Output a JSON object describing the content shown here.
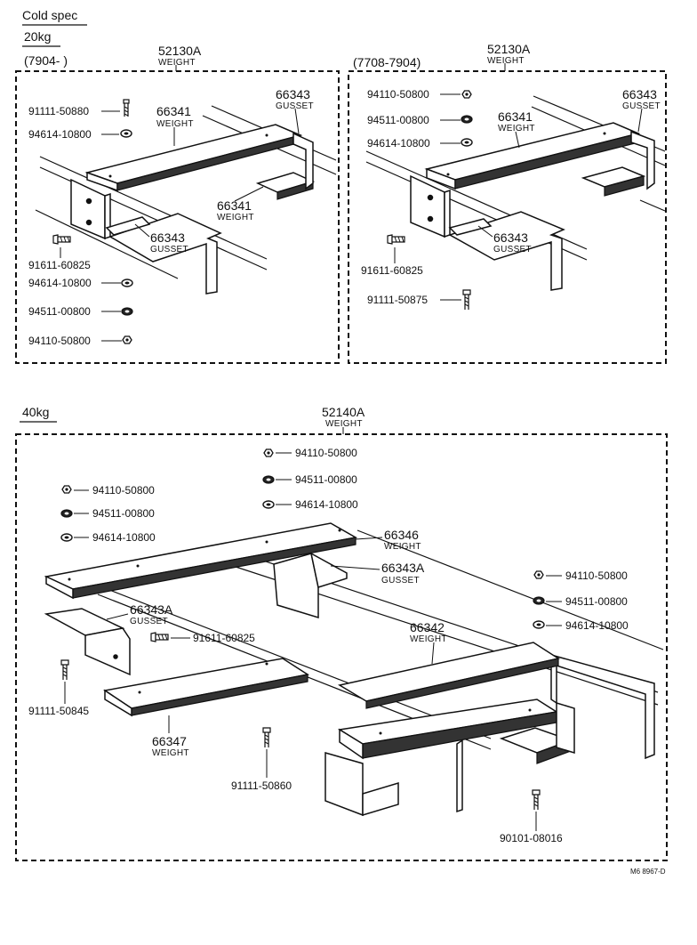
{
  "header": {
    "cold_spec": "Cold spec",
    "kg20": "20kg",
    "range_left": "(7904-        )",
    "range_right": "(7708-7904)",
    "kg40": "40kg"
  },
  "left_20kg": {
    "assembly_no": "52130A",
    "assembly_name": "WEIGHT",
    "parts": {
      "bolt_top": "91111-50880",
      "washer_top": "94614-10800",
      "bolt_lower": "91611-60825",
      "washer_1": "94614-10800",
      "washer_2": "94511-00800",
      "nut": "94110-50800"
    },
    "callouts": {
      "weight_top_no": "66341",
      "weight_top_name": "WEIGHT",
      "gusset_top_no": "66343",
      "gusset_top_name": "GUSSET",
      "weight_bot_no": "66341",
      "weight_bot_name": "WEIGHT",
      "gusset_bot_no": "66343",
      "gusset_bot_name": "GUSSET"
    }
  },
  "right_20kg": {
    "assembly_no": "52130A",
    "assembly_name": "WEIGHT",
    "parts": {
      "nut": "94110-50800",
      "washer_1": "94511-00800",
      "washer_2": "94614-10800",
      "bolt_mid": "91611-60825",
      "bolt_bot": "91111-50875"
    },
    "callouts": {
      "weight_no": "66341",
      "weight_name": "WEIGHT",
      "gusset_top_no": "66343",
      "gusset_top_name": "GUSSET",
      "gusset_bot_no": "66343",
      "gusset_bot_name": "GUSSET"
    }
  },
  "kg40_box": {
    "assembly_no": "52140A",
    "assembly_name": "WEIGHT",
    "parts": {
      "center_nut": "94110-50800",
      "center_washer_1": "94511-00800",
      "center_washer_2": "94614-10800",
      "left_nut": "94110-50800",
      "left_washer_1": "94511-00800",
      "left_washer_2": "94614-10800",
      "right_nut": "94110-50800",
      "right_washer_1": "94511-00800",
      "right_washer_2": "94614-10800",
      "bolt_91611": "91611-60825",
      "bolt_50845": "91111-50845",
      "bolt_50860": "91111-50860",
      "bolt_08016": "90101-08016"
    },
    "callouts": {
      "w66346_no": "66346",
      "w66346_name": "WEIGHT",
      "g66343A_right_no": "66343A",
      "g66343A_right_name": "GUSSET",
      "g66343A_left_no": "66343A",
      "g66343A_left_name": "GUSSET",
      "w66342_no": "66342",
      "w66342_name": "WEIGHT",
      "w66347_no": "66347",
      "w66347_name": "WEIGHT"
    }
  },
  "footer": {
    "drawing_code": "M6 8967-D"
  }
}
